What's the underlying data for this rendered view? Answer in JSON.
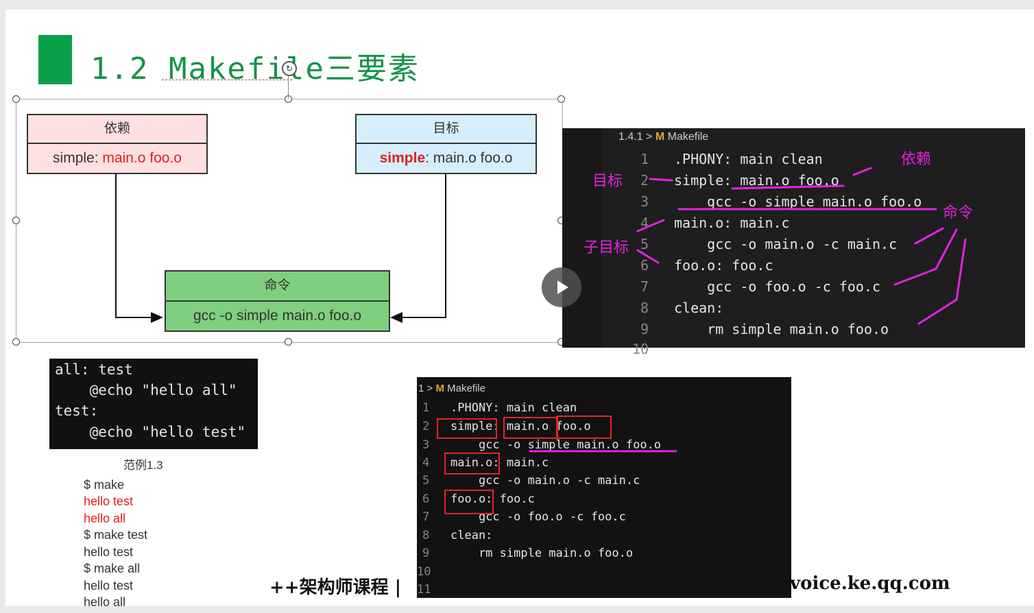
{
  "slide": {
    "title": "1.2 Makefile三要素"
  },
  "diagram": {
    "dependency": {
      "header": "依赖",
      "target_part": "simple: ",
      "deps_part": "main.o foo.o"
    },
    "target": {
      "header": "目标",
      "target_part": "simple",
      "rest_part": ": main.o foo.o"
    },
    "command": {
      "header": "命令",
      "body": "gcc -o simple main.o foo.o"
    }
  },
  "example": {
    "lines": [
      "all: test",
      "    @echo \"hello all\"",
      "test:",
      "    @echo \"hello test\""
    ],
    "caption": "范例1.3",
    "output": [
      {
        "text": "$ make",
        "color": "#333333"
      },
      {
        "text": "hello test",
        "color": "#e02020"
      },
      {
        "text": "hello all",
        "color": "#e02020"
      },
      {
        "text": "$ make test",
        "color": "#333333"
      },
      {
        "text": "hello test",
        "color": "#333333"
      },
      {
        "text": "$ make all",
        "color": "#333333"
      },
      {
        "text": "hello test",
        "color": "#333333"
      },
      {
        "text": "hello all",
        "color": "#333333"
      }
    ]
  },
  "editor_top": {
    "breadcrumb_folder": "1.4.1",
    "breadcrumb_sep": ">",
    "file_icon": "M",
    "file_name": "Makefile",
    "lines": [
      {
        "n": "1",
        "code": ".PHONY: main clean"
      },
      {
        "n": "2",
        "code": "simple: main.o foo.o"
      },
      {
        "n": "3",
        "code": "    gcc -o simple main.o foo.o"
      },
      {
        "n": "4",
        "code": "main.o: main.c"
      },
      {
        "n": "5",
        "code": "    gcc -o main.o -c main.c"
      },
      {
        "n": "6",
        "code": "foo.o: foo.c"
      },
      {
        "n": "7",
        "code": "    gcc -o foo.o -c foo.c"
      },
      {
        "n": "8",
        "code": "clean:"
      },
      {
        "n": "9",
        "code": "    rm simple main.o foo.o"
      },
      {
        "n": "10",
        "code": ""
      }
    ],
    "annotations": {
      "target": "目标",
      "dependency": "依赖",
      "command": "命令",
      "subtarget": "子目标"
    }
  },
  "editor_bottom": {
    "breadcrumb_folder": "1",
    "breadcrumb_sep": ">",
    "file_icon": "M",
    "file_name": "Makefile",
    "lines": [
      {
        "n": "1",
        "code": ".PHONY: main clean"
      },
      {
        "n": "2",
        "code": "simple: main.o foo.o"
      },
      {
        "n": "3",
        "code": "    gcc -o simple main.o foo.o"
      },
      {
        "n": "4",
        "code": "main.o: main.c"
      },
      {
        "n": "5",
        "code": "    gcc -o main.o -c main.c"
      },
      {
        "n": "6",
        "code": "foo.o: foo.c"
      },
      {
        "n": "7",
        "code": "    gcc -o foo.o -c foo.c"
      },
      {
        "n": "8",
        "code": "clean:"
      },
      {
        "n": "9",
        "code": "    rm simple main.o foo.o"
      },
      {
        "n": "10",
        "code": ""
      },
      {
        "n": "11",
        "code": ""
      }
    ]
  },
  "watermark": {
    "left": "++架构师课程 | ",
    "right": "voice.ke.qq.com"
  },
  "colors": {
    "title_green": "#14934a",
    "dep_box": "#ffe0e0",
    "target_box": "#d6eefc",
    "cmd_box": "#7fcf7f",
    "annotation": "#e620e6",
    "highlight_red": "#e22222"
  }
}
